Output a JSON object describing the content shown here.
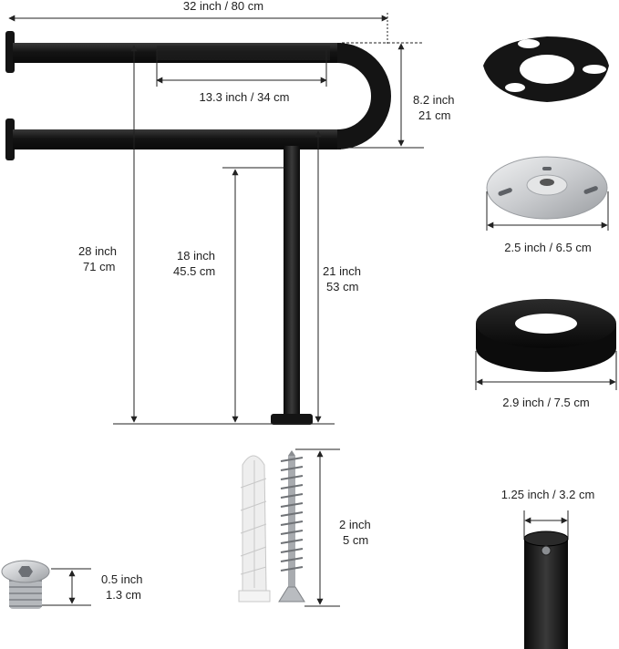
{
  "dimensions": {
    "overall_width": "32 inch / 80 cm",
    "inner_length": "13.3 inch / 34 cm",
    "bar_spacing": {
      "inch": "8.2 inch",
      "cm": "21 cm"
    },
    "total_height": {
      "inch": "28 inch",
      "cm": "71 cm"
    },
    "leg_height": {
      "inch": "18 inch",
      "cm": "45.5 cm"
    },
    "lower_bar_height": {
      "inch": "21 inch",
      "cm": "53 cm"
    },
    "screw_length": {
      "inch": "2 inch",
      "cm": "5 cm"
    },
    "bolt_length": {
      "inch": "0.5 inch",
      "cm": "1.3 cm"
    },
    "plate_diameter": "2.5 inch / 6.5 cm",
    "cover_diameter": "2.9 inch / 7.5 cm",
    "tube_diameter": "1.25 inch / 3.2 cm"
  },
  "colors": {
    "bar": "#141414",
    "bar_highlight": "#3a3a3a",
    "steel": "#c9cbce",
    "dimension_line": "#222222",
    "anchor": "#eeeeee"
  },
  "parts": [
    "grab-bar",
    "gasket-icon",
    "mounting-plate-icon",
    "cover-ring-icon",
    "bolt-icon",
    "wall-anchor-icon",
    "screw-icon",
    "tube-end-icon"
  ]
}
